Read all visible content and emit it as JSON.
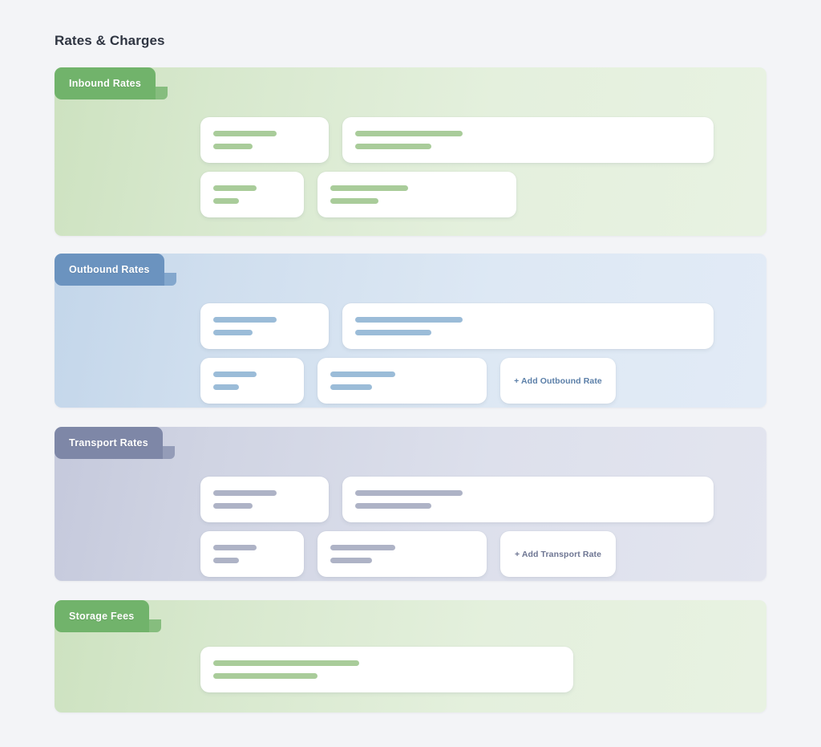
{
  "page": {
    "title": "Rates & Charges",
    "background_color": "#f3f4f7",
    "title_color": "#2f3542"
  },
  "sections": [
    {
      "id": "inbound",
      "tab_label": "Inbound Rates",
      "tab_color": "#71b36b",
      "panel_gradient_from": "#cde2c0",
      "panel_gradient_to": "#e8f2e2",
      "bar_color": "#a9cc9a",
      "has_add_button": false,
      "add_button_label": "",
      "rows": [
        {
          "cards": [
            {
              "size": "sm",
              "bars": [
                62,
                38
              ]
            },
            {
              "size": "wide",
              "bars": [
                31,
                22
              ]
            }
          ]
        },
        {
          "cards": [
            {
              "size": "sm",
              "bars": [
                56,
                33
              ]
            },
            {
              "size": "lg",
              "bars": [
                36,
                22
              ]
            }
          ]
        }
      ]
    },
    {
      "id": "outbound",
      "tab_label": "Outbound Rates",
      "tab_color": "#6b93bf",
      "panel_gradient_from": "#c3d6ea",
      "panel_gradient_to": "#e2ebf6",
      "bar_color": "#9bbcd8",
      "has_add_button": true,
      "add_button_label": "+ Add Outbound Rate",
      "add_button_color": "#5b7fa8",
      "rows": [
        {
          "cards": [
            {
              "size": "sm",
              "bars": [
                62,
                38
              ]
            },
            {
              "size": "wide",
              "bars": [
                31,
                22
              ]
            }
          ]
        },
        {
          "cards": [
            {
              "size": "sm",
              "bars": [
                56,
                33
              ]
            },
            {
              "size": "md",
              "bars": [
                48,
                30
              ]
            }
          ]
        }
      ]
    },
    {
      "id": "transport",
      "tab_label": "Transport Rates",
      "tab_color": "#7e87a7",
      "panel_gradient_from": "#c5c9dc",
      "panel_gradient_to": "#e3e5ef",
      "bar_color": "#aeb3c6",
      "has_add_button": true,
      "add_button_label": "+ Add Transport Rate",
      "add_button_color": "#6e7693",
      "rows": [
        {
          "cards": [
            {
              "size": "sm",
              "bars": [
                62,
                38
              ]
            },
            {
              "size": "wide",
              "bars": [
                31,
                22
              ]
            }
          ]
        },
        {
          "cards": [
            {
              "size": "sm",
              "bars": [
                56,
                33
              ]
            },
            {
              "size": "md",
              "bars": [
                48,
                30
              ]
            }
          ]
        }
      ]
    },
    {
      "id": "storage",
      "tab_label": "Storage Fees",
      "tab_color": "#71b36b",
      "panel_gradient_from": "#cde2c0",
      "panel_gradient_to": "#e8f2e2",
      "bar_color": "#a9cc9a",
      "has_add_button": false,
      "add_button_label": "",
      "rows": [
        {
          "cards": [
            {
              "size": "xl",
              "bars": [
                42,
                30
              ]
            }
          ]
        }
      ]
    }
  ]
}
